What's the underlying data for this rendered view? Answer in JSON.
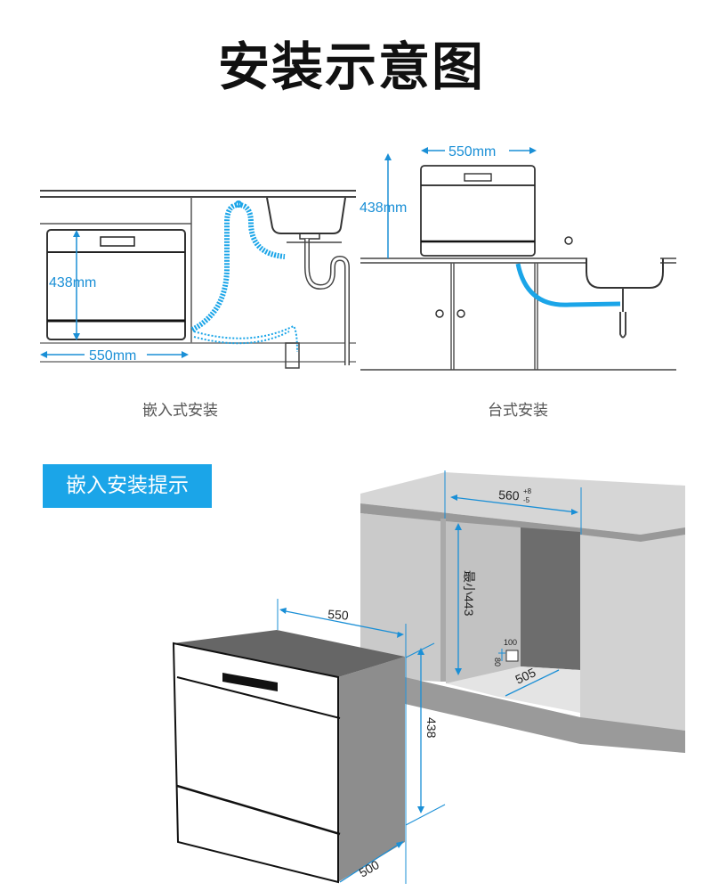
{
  "page_title": "安装示意图",
  "embedded_diagram": {
    "caption": "嵌入式安装",
    "height_label": "438mm",
    "width_label": "550mm"
  },
  "countertop_diagram": {
    "caption": "台式安装",
    "height_label": "438mm",
    "width_label": "550mm"
  },
  "tip_section": {
    "banner_label": "嵌入安装提示",
    "cabinet": {
      "opening_width": "560",
      "opening_width_tol_plus": "+8",
      "opening_width_tol_minus": "-5",
      "min_height_label": "最小443",
      "hole_width": "100",
      "hole_height": "80",
      "depth": "505"
    },
    "appliance": {
      "width": "550",
      "height": "438",
      "depth": "500"
    }
  },
  "colors": {
    "accent_blue": "#1ba5e8",
    "dimension_blue": "#1a8fd6",
    "line_dark": "#333333",
    "cabinet_gray": "#c8c8c8"
  }
}
